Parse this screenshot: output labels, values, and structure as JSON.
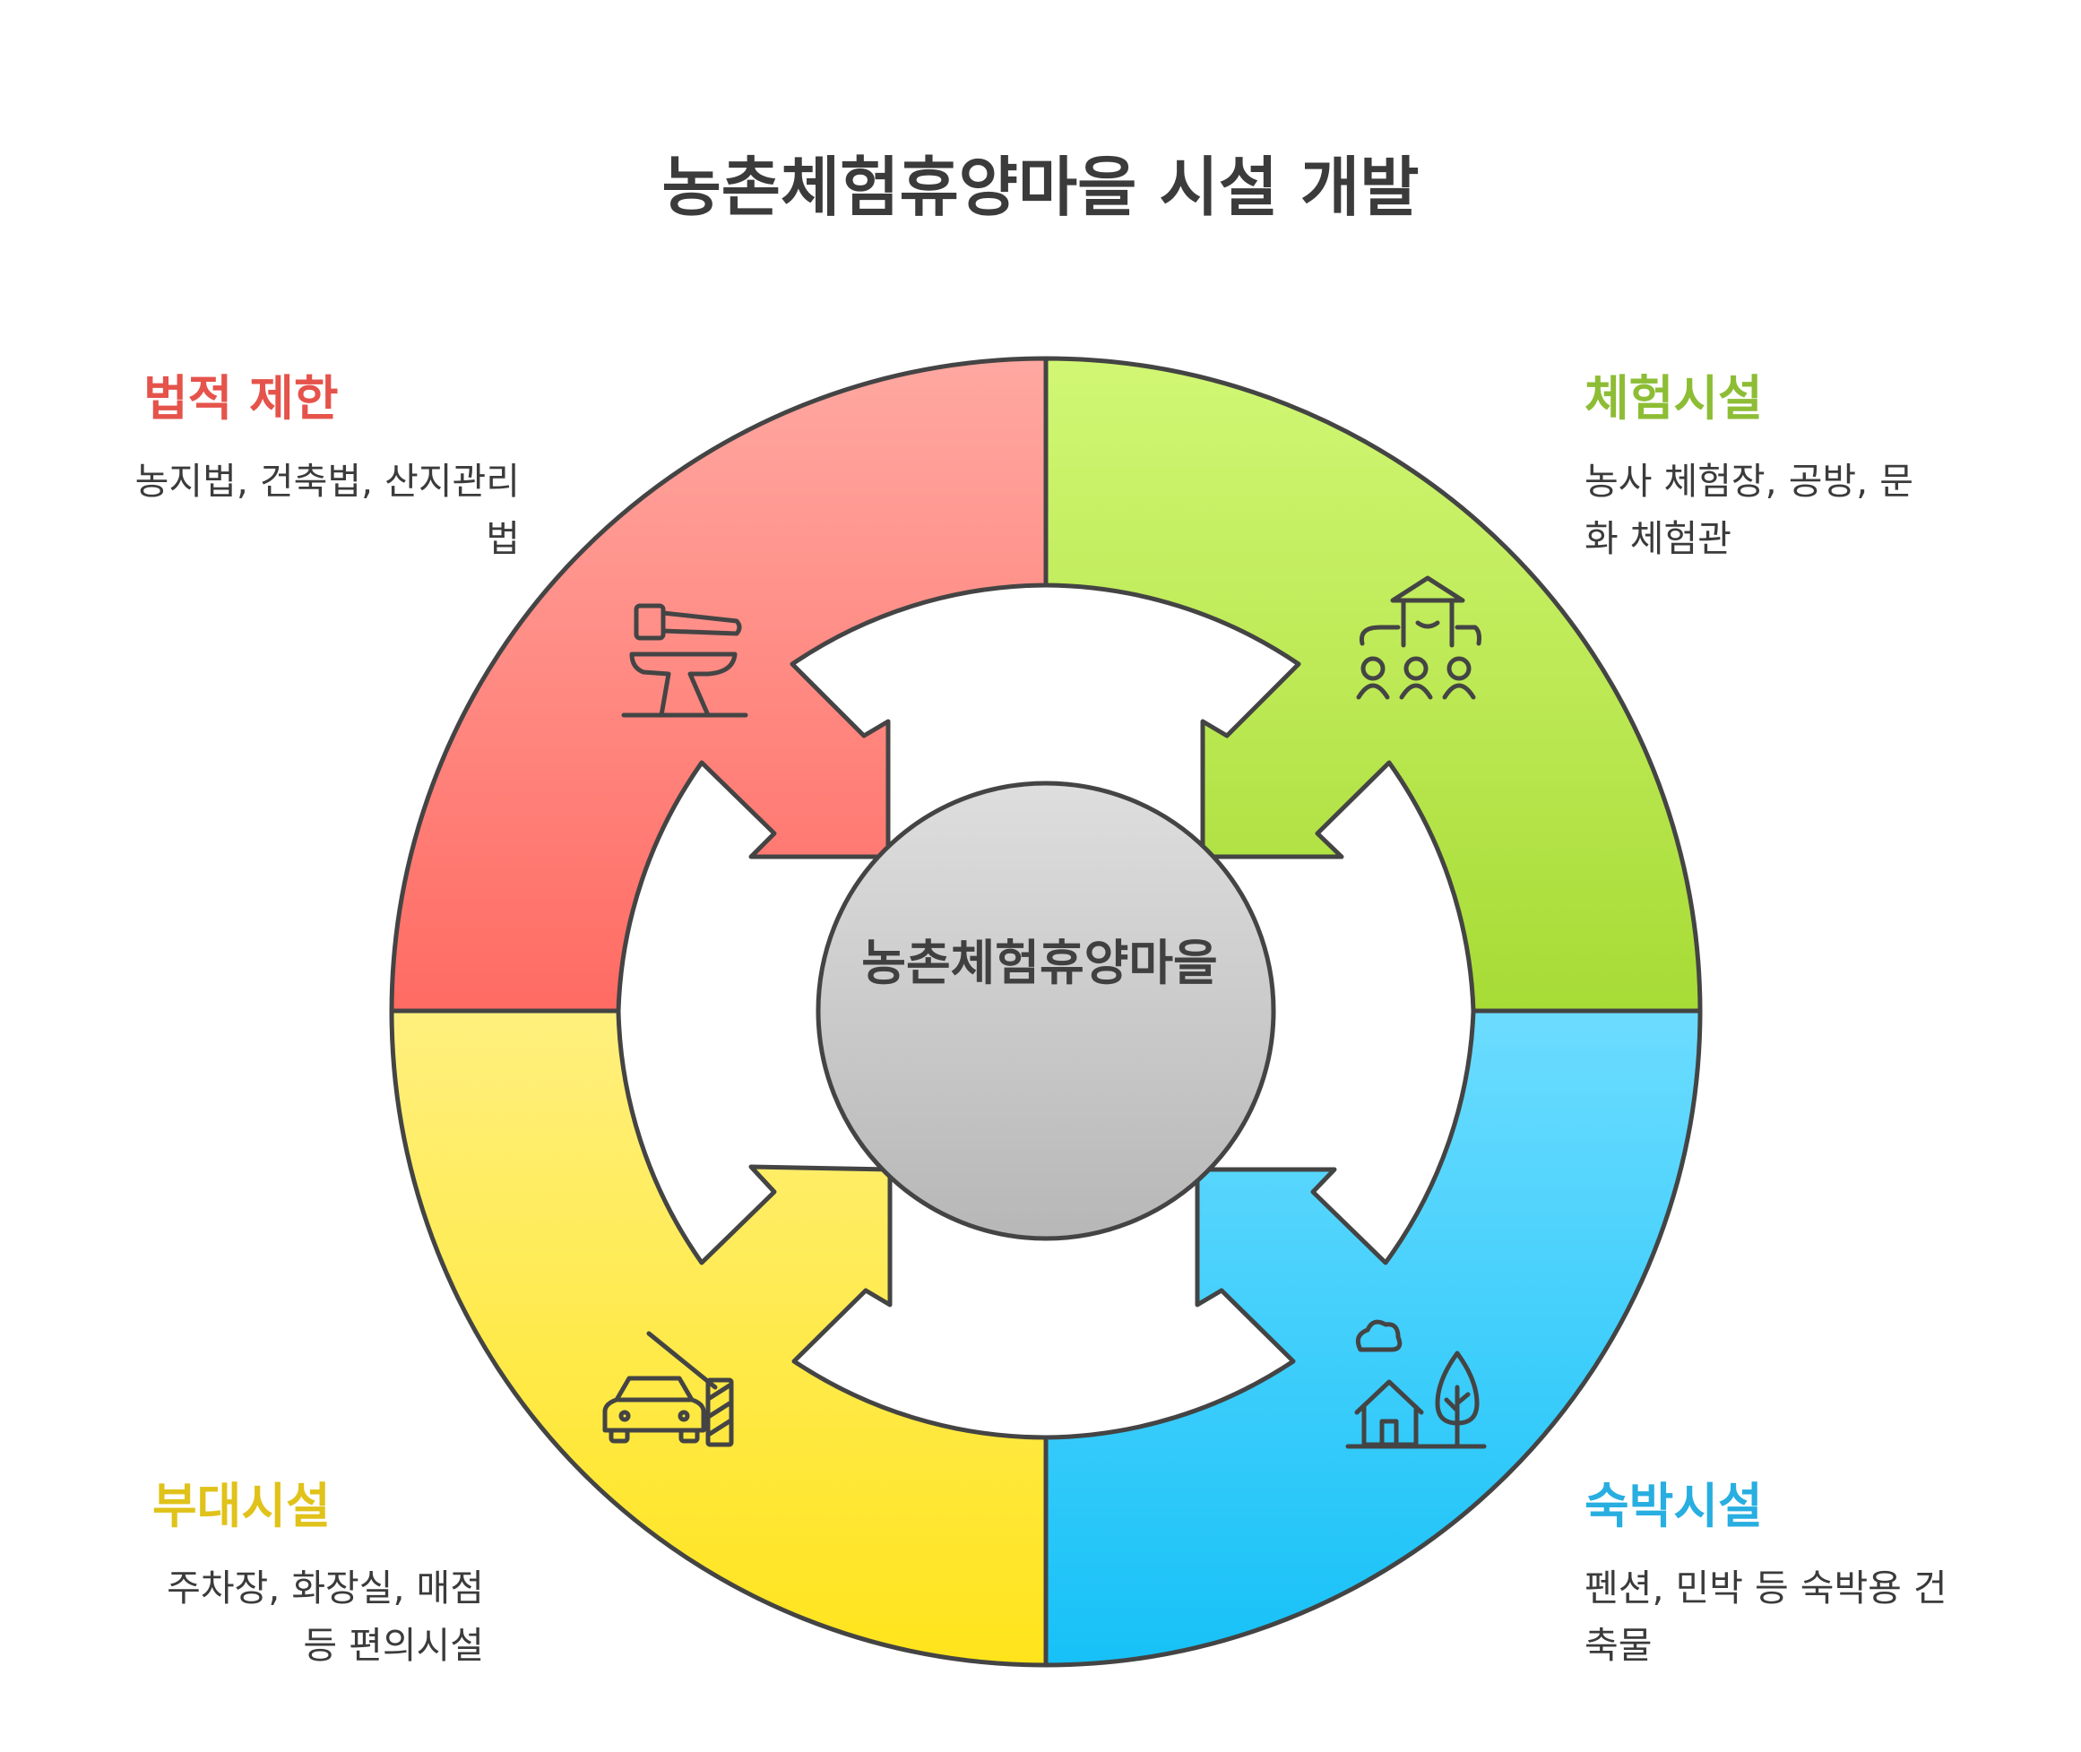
{
  "title": "농촌체험휴양마을 시설 개발",
  "center": {
    "label": "농촌체험휴양마을"
  },
  "sections": {
    "legal": {
      "title": "법적 제한",
      "desc": "농지법, 건축법, 산지관리법",
      "icon": "hammer-anvil-icon",
      "color": "#ff7066"
    },
    "experience": {
      "title": "체험시설",
      "desc": "농사 체험장, 공방, 문화 체험관",
      "icon": "village-people-icon",
      "color": "#a9dc3c"
    },
    "auxiliary": {
      "title": "부대시설",
      "desc": "주차장, 화장실, 매점 등 편의시설",
      "icon": "car-parking-barrier-icon",
      "color": "#ffe42a"
    },
    "lodging": {
      "title": "숙박시설",
      "desc": "펜션, 민박 등 숙박용 건축물",
      "icon": "house-tree-icon",
      "color": "#25c3f8"
    }
  }
}
